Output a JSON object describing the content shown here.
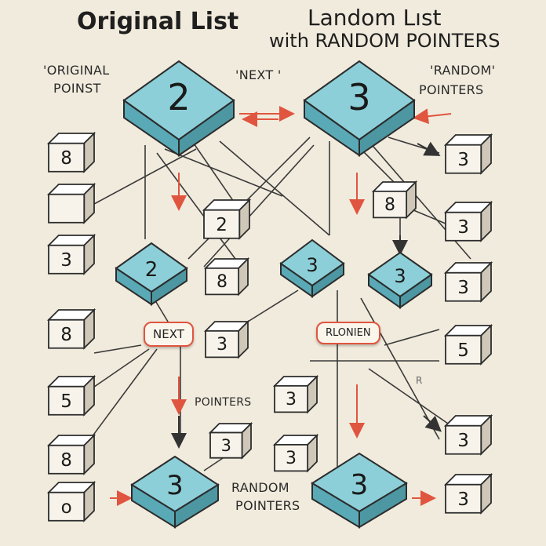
{
  "titles": {
    "left": "Original List",
    "right_line1": "Landom Lıst",
    "right_line2": "with RANDOM POINTERS"
  },
  "labels": {
    "original_point_1": "'ORIGINAL",
    "original_point_2": "POINST",
    "next_quoted": "'NEXT '",
    "random_quoted_1": "'RANDOM'",
    "random_quoted_2": "POINTERS",
    "pointers": "POINTERS",
    "random_pointers_1": "RANDOM",
    "random_pointers_2": "POINTERS",
    "tiny_r": "R"
  },
  "pills": {
    "next": "NEXT",
    "rlonien": "RLONIEN"
  },
  "colors": {
    "background": "#f1ebdd",
    "node_fill": "#8ccfd8",
    "node_side": "#5aa9b6",
    "box_fill": "#f7f3ea",
    "box_side": "#cfc8b8",
    "arrow_accent": "#e0553f"
  },
  "nodes": {
    "big_top_left": "2",
    "big_top_right": "3",
    "mid_left": "2",
    "mid_right_a": "3",
    "mid_right_b": "3",
    "bottom_left": "3",
    "bottom_right": "3"
  },
  "boxes": {
    "l1": "8",
    "l2": "",
    "l3": "3",
    "l4": "8",
    "l5": "5",
    "l6": "8",
    "l7": "o",
    "c1": "2",
    "c2": "8",
    "c3": "3",
    "c4": "3",
    "c5": "3",
    "c6": "3",
    "r0": "3",
    "r1": "8",
    "r2": "3",
    "r3": "3",
    "r4": "5",
    "r5": "3",
    "r6": "3"
  }
}
